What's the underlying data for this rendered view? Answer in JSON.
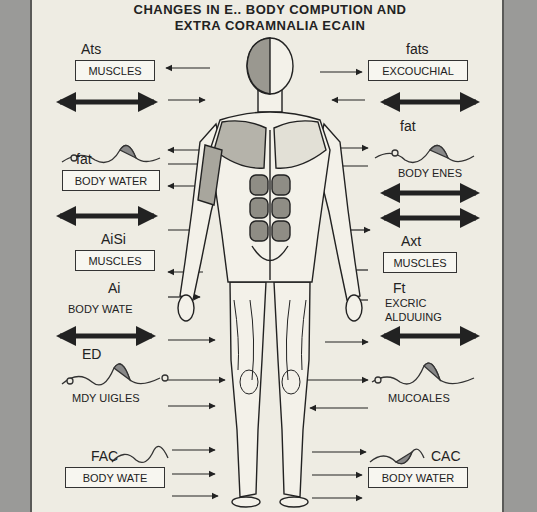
{
  "diagram": {
    "title": "CHANGES IN E.. BODY COMPUTION AND EXTRA CORAMNALIA ECAIN",
    "nodes": [
      {
        "text": [
          "Ats",
          "MUSCLES"
        ]
      },
      {
        "text": [
          "fats",
          "EXCOUCHIAL"
        ]
      },
      {
        "text": [
          "fat",
          "BODY WATER"
        ]
      },
      {
        "text": [
          "AiSi",
          "MUSCLES"
        ]
      },
      {
        "text": [
          "Axt",
          "MUSCLES"
        ]
      },
      {
        "text": [
          "FAC",
          "BODY WATE"
        ]
      },
      {
        "text": [
          "CAC",
          "BODY WATER"
        ]
      }
    ],
    "labels": [
      "fat",
      "BODY ENES",
      "Ai",
      "Ft",
      "BODY WATE",
      "EXCRIC ALDUUING",
      "ED",
      "MDY UIGLES",
      "MUCOALES"
    ]
  }
}
